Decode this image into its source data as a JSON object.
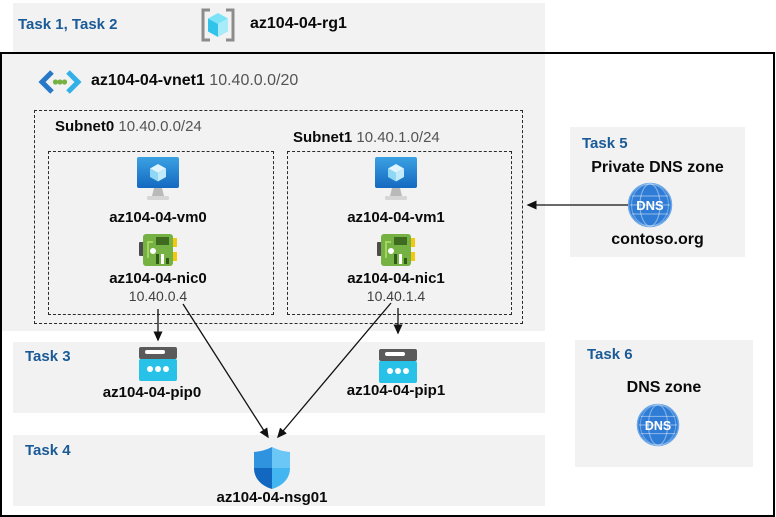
{
  "colors": {
    "band_bg": "#f2f2f2",
    "task_label_blue": "#1a5a96",
    "vm_blue": "#1b83d6",
    "nic_green": "#76b243",
    "pip_cyan": "#28c1e8",
    "shield_blue": "#2f93e0",
    "dns_blue": "#2e7cd6",
    "rg_cyan": "#45cdf2",
    "vnet_dot_green": "#76b243"
  },
  "header": {
    "tasks": "Task 1, Task 2",
    "resource_group": "az104-04-rg1"
  },
  "vnet": {
    "name": "az104-04-vnet1",
    "cidr": "10.40.0.0/20"
  },
  "subnet0": {
    "name": "Subnet0",
    "cidr": "10.40.0.0/24",
    "vm": "az104-04-vm0",
    "nic": "az104-04-nic0",
    "ip": "10.40.0.4"
  },
  "subnet1": {
    "name": "Subnet1",
    "cidr": "10.40.1.0/24",
    "vm": "az104-04-vm1",
    "nic": "az104-04-nic1",
    "ip": "10.40.1.4"
  },
  "task3": {
    "label": "Task 3",
    "pip0": "az104-04-pip0",
    "pip1": "az104-04-pip1"
  },
  "task4": {
    "label": "Task 4",
    "nsg": "az104-04-nsg01"
  },
  "task5": {
    "label": "Task 5",
    "title": "Private DNS zone",
    "zone": "contoso.org",
    "dns_text": "DNS"
  },
  "task6": {
    "label": "Task 6",
    "title": "DNS zone",
    "dns_text": "DNS"
  }
}
